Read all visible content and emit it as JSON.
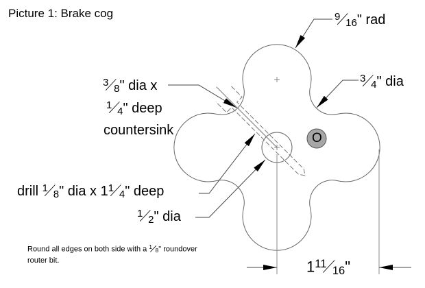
{
  "title": "Picture 1: Brake cog",
  "labels": {
    "lobe_radius": {
      "num": "9",
      "den": "16",
      "post": "\" rad"
    },
    "fillet_dia": {
      "num": "3",
      "den": "4",
      "post": "\" dia"
    },
    "countersink_1": {
      "num": "3",
      "den": "8",
      "post": "\" dia x"
    },
    "countersink_2": {
      "num": "1",
      "den": "4",
      "post": "\" deep"
    },
    "countersink_3": "countersink",
    "drill": {
      "pre": "drill ",
      "num": "1",
      "den": "8",
      "mid": "\" dia x 1",
      "num2": "1",
      "den2": "4",
      "post": "\" deep"
    },
    "center_hole": {
      "num": "1",
      "den": "2",
      "post": "\" dia"
    },
    "dimension": {
      "pre": "1",
      "num": "11",
      "den": "16",
      "post": "\""
    },
    "marker": "O"
  },
  "note": {
    "line1_pre": "Round all edges on both side with a ",
    "num": "1",
    "den": "8",
    "line1_post": "\" roundover",
    "line2": "router bit."
  },
  "colors": {
    "line": "#555555",
    "marker_fill": "#a6a6a6"
  }
}
